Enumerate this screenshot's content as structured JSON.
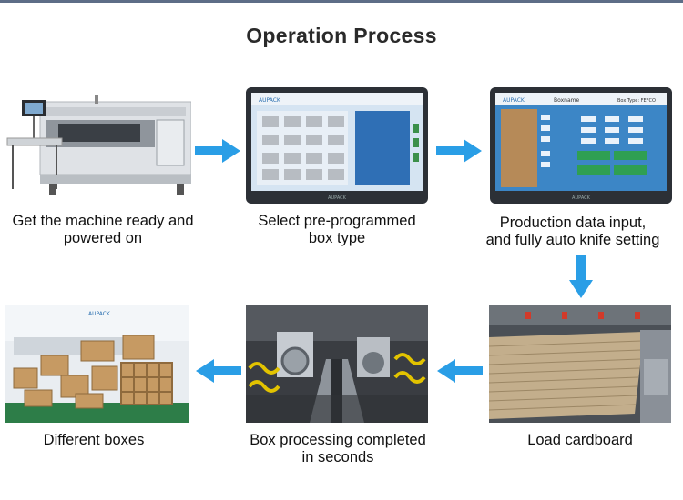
{
  "title": "Operation Process",
  "accent_color": "#2a9ee6",
  "steps": [
    {
      "caption_line1": "Get the machine ready and",
      "caption_line2": "powered on",
      "icon": "machine-icon"
    },
    {
      "caption_line1": "Select pre-programmed",
      "caption_line2": "box type",
      "icon": "touchscreen-icon"
    },
    {
      "caption_line1": "Production data input,",
      "caption_line2": "and fully auto knife setting",
      "icon": "touchscreen-icon"
    },
    {
      "caption_line1": "Load cardboard",
      "caption_line2": "",
      "icon": "cardboard-stack-icon"
    },
    {
      "caption_line1": "Box processing completed",
      "caption_line2": "in seconds",
      "icon": "cutting-head-icon"
    },
    {
      "caption_line1": "Different boxes",
      "caption_line2": "",
      "icon": "boxes-icon"
    }
  ],
  "screens": {
    "brand": "AUPACK",
    "footer_brand": "AUPACK",
    "step3_header": "Boxname",
    "step3_box_type": "Box Type: FEFCO"
  }
}
